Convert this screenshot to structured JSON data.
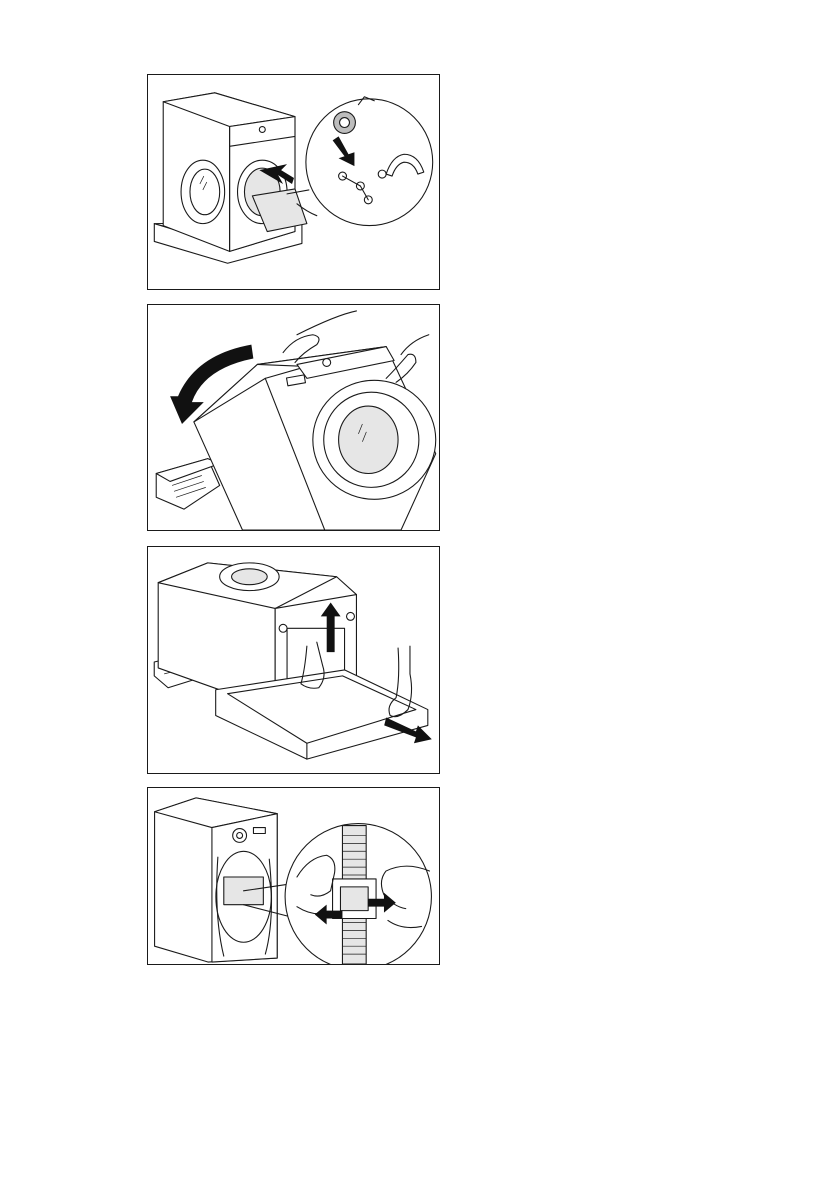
{
  "figures": [
    {
      "id": "step-1",
      "icons": [
        "washing-machine",
        "transit-bolt-bag",
        "hose-guide",
        "spacer-parts"
      ]
    },
    {
      "id": "step-2",
      "icons": [
        "washing-machine",
        "curved-arrow",
        "hands",
        "packaging-base"
      ]
    },
    {
      "id": "step-3",
      "icons": [
        "washing-machine",
        "up-arrow",
        "packaging-base",
        "hands"
      ]
    },
    {
      "id": "step-4",
      "icons": [
        "washing-machine-rear",
        "drain-hose",
        "hose-clip",
        "hands"
      ]
    }
  ],
  "colors": {
    "line": "#1a1a1a",
    "arrow": "#111111",
    "shade": "#bdbdbd",
    "light": "#e6e6e6"
  }
}
